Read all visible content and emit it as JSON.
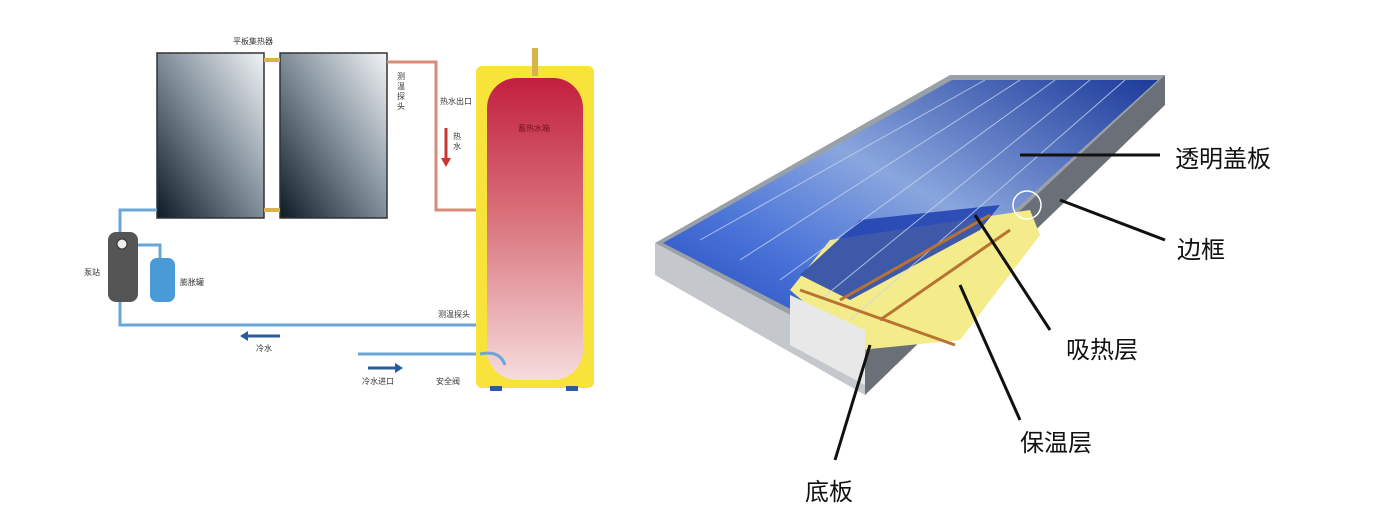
{
  "left_diagram": {
    "collector_label": "平板集热器",
    "sensor_top_label": "测温探头",
    "hot_water_outlet_label": "热水出口",
    "tank_label": "蓄热水箱",
    "hot_water_label": "热水",
    "pump_station_label": "泵站",
    "expansion_tank_label": "膨胀罐",
    "sensor_bottom_label": "测温探头",
    "cold_water_label": "冷水",
    "cold_water_inlet_label": "冷水进口",
    "safety_valve_label": "安全阀"
  },
  "right_diagram": {
    "cover_label": "透明盖板",
    "frame_label": "边框",
    "absorber_label": "吸热层",
    "insulation_label": "保温层",
    "base_label": "底板"
  },
  "colors": {
    "hot_pipe": "#d98b7a",
    "cold_pipe": "#6aa6d6",
    "tank_shell": "#f7e33a",
    "tank_top": "#c42a44",
    "insulation": "#f4ec8a",
    "glass": "#2f56c8"
  }
}
